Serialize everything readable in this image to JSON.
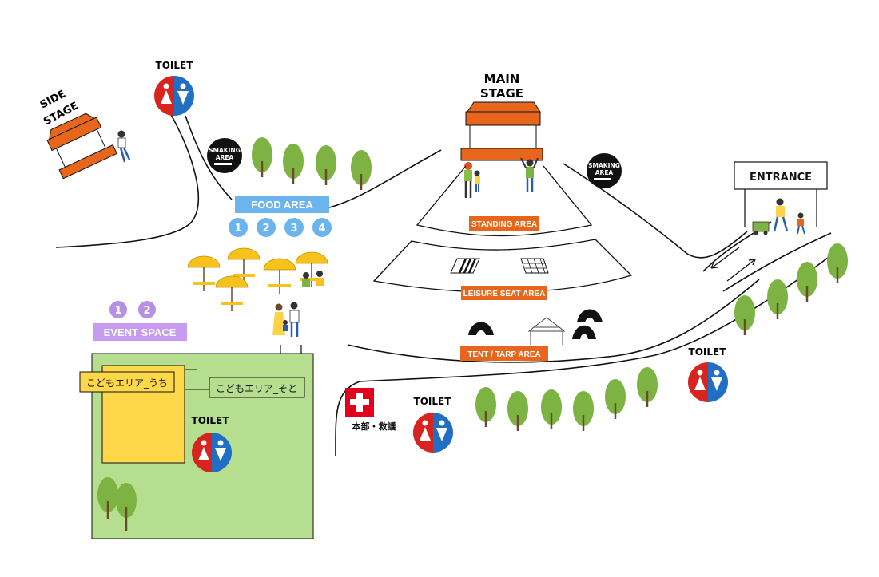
{
  "stages": {
    "side_stage_line1": "SIDE",
    "side_stage_line2": "STAGE",
    "main_stage_line1": "MAIN",
    "main_stage_line2": "STAGE"
  },
  "entrance": "ENTRANCE",
  "toilets": {
    "label": "TOILET"
  },
  "smoking": {
    "line1": "SMAKING",
    "line2": "AREA"
  },
  "food_area": {
    "label": "FOOD AREA",
    "numbers": [
      "1",
      "2",
      "3",
      "4"
    ]
  },
  "event_space": {
    "label": "EVENT SPACE",
    "numbers": [
      "1",
      "2"
    ]
  },
  "kids": {
    "inside": "こどもエリア_うち",
    "outside": "こどもエリア_そと"
  },
  "areas": {
    "standing": "STANDING AREA",
    "leisure": "LEISURE SEAT AREA",
    "tent": "TENT / TARP AREA"
  },
  "hq": {
    "label": "本部・救護"
  },
  "colors": {
    "orange": "#e8661c",
    "food_blue": "#6cb4ee",
    "event_purple": "#c79bf0",
    "number_purple": "#b98fe6",
    "kids_green": "#b5df8f",
    "kids_yellow": "#ffd84a",
    "tree_green": "#7cb342",
    "trunk": "#6b4a2b",
    "toilet_red": "#d8231f",
    "toilet_blue": "#1f6fc4",
    "umbrella": "#f7c21a",
    "hq_red": "#e4001b"
  }
}
